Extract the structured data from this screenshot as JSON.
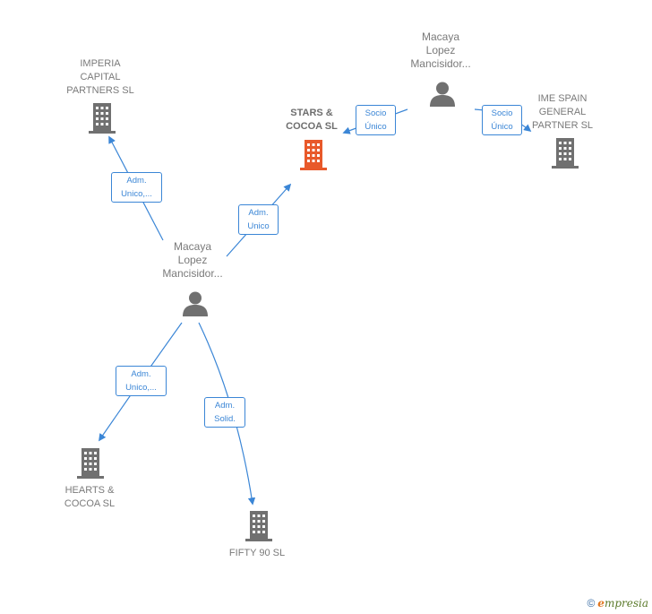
{
  "colors": {
    "edge": "#3b86d6",
    "node_icon": "#707070",
    "focus_icon": "#e8592a"
  },
  "nodes": {
    "imperia": {
      "lines": [
        "IMPERIA",
        "CAPITAL",
        "PARTNERS  SL"
      ]
    },
    "stars": {
      "lines": [
        "STARS &",
        "COCOA  SL"
      ]
    },
    "macaya_top": {
      "lines": [
        "Macaya",
        "Lopez",
        "Mancisidor..."
      ]
    },
    "ime": {
      "lines": [
        "IME SPAIN",
        "GENERAL",
        "PARTNER  SL"
      ]
    },
    "macaya_center": {
      "lines": [
        "Macaya",
        "Lopez",
        "Mancisidor..."
      ]
    },
    "hearts": {
      "lines": [
        "HEARTS &",
        "COCOA  SL"
      ]
    },
    "fifty": {
      "lines": [
        "FIFTY 90 SL"
      ]
    }
  },
  "edges": {
    "center_to_imperia": [
      "Adm.",
      "Unico,..."
    ],
    "center_to_stars": [
      "Adm.",
      "Unico"
    ],
    "top_to_stars": [
      "Socio",
      "Único"
    ],
    "top_to_ime": [
      "Socio",
      "Único"
    ],
    "center_to_hearts": [
      "Adm.",
      "Unico,..."
    ],
    "center_to_fifty": [
      "Adm.",
      "Solid."
    ]
  },
  "brand": {
    "copyright": "©",
    "initial": "e",
    "rest": "mpresia"
  }
}
